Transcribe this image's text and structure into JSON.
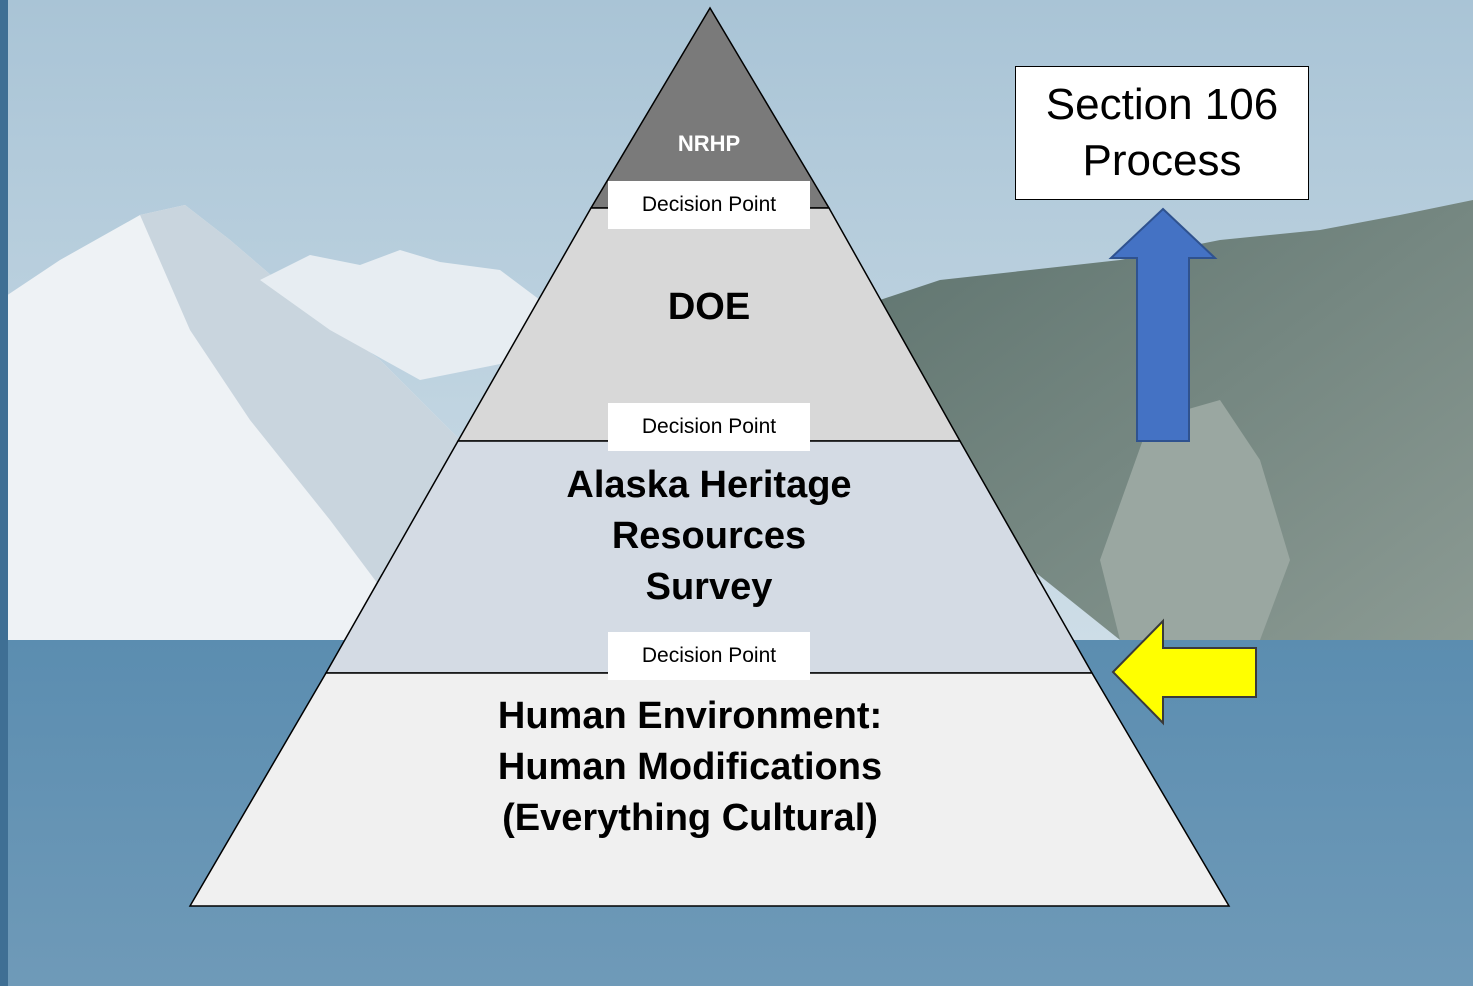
{
  "pyramid": {
    "tiers": [
      {
        "id": "nrhp",
        "label": "NRHP",
        "fill": "#7a7a7a",
        "text_color": "#ffffff"
      },
      {
        "id": "doe",
        "label": "DOE",
        "fill": "#d8d8d8",
        "text_color": "#000000"
      },
      {
        "id": "ahrs",
        "label": "Alaska Heritage\nResources\nSurvey",
        "fill": "#d4dbe4",
        "text_color": "#000000"
      },
      {
        "id": "human-environment",
        "label": "Human Environment:\n Human Modifications\n(Everything Cultural)",
        "fill": "#f0f0f0",
        "text_color": "#000000"
      }
    ],
    "decision_points": [
      "Decision Point",
      "Decision Point",
      "Decision Point"
    ]
  },
  "callout": {
    "line1": "Section 106",
    "line2": "Process"
  },
  "arrows": {
    "up_arrow_color": "#4472c4",
    "pointer_arrow_color": "#ffff00"
  },
  "background": {
    "sky_color": "#bcd3e2",
    "mountain_color": "#f2f5f8",
    "cliff_color": "#6d7f7c",
    "sea_color": "#4a7ea3"
  }
}
